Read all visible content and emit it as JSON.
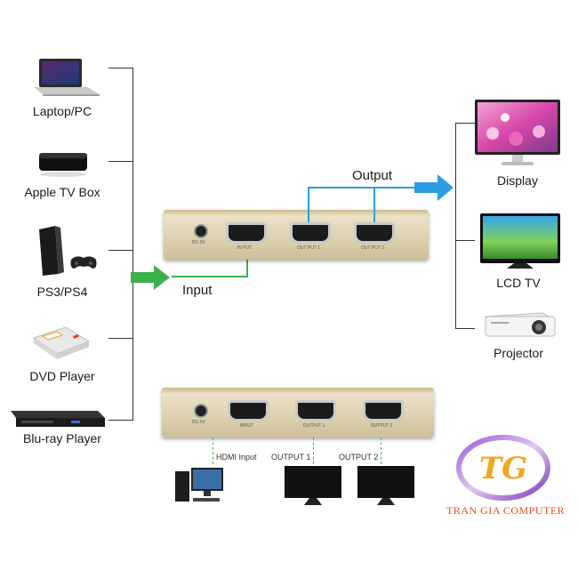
{
  "inputs": [
    {
      "label": "Laptop/PC",
      "icon": "laptop-icon"
    },
    {
      "label": "Apple TV Box",
      "icon": "apple-tv-box-icon"
    },
    {
      "label": "PS3/PS4",
      "icon": "ps4-console-icon"
    },
    {
      "label": "DVD Player",
      "icon": "dvd-player-icon"
    },
    {
      "label": "Blu-ray Player",
      "icon": "bluray-player-icon"
    }
  ],
  "outputs": [
    {
      "label": "Display",
      "icon": "display-monitor-icon"
    },
    {
      "label": "LCD TV",
      "icon": "lcd-tv-icon"
    },
    {
      "label": "Projector",
      "icon": "projector-icon"
    }
  ],
  "arrows": {
    "input_label": "Input",
    "output_label": "Output",
    "input_color": "#3cb34a",
    "output_color": "#2a9ee0"
  },
  "splitter_top": {
    "dc": "DC-5V",
    "port_in": "IN PUT",
    "port_out1": "OUT PUT 1",
    "port_out2": "OUT PUT 2"
  },
  "splitter_bottom": {
    "dc": "DC-5V",
    "port_in": "INPUT",
    "port_out1": "OUTPUT 1",
    "port_out2": "OUTPUT 2",
    "label_hdmi_input": "HDMI Input",
    "label_output1": "OUTPUT 1",
    "label_output2": "OUTPUT 2"
  },
  "brand": {
    "logo_text": "TG",
    "name": "TRAN GIA COMPUTER"
  }
}
